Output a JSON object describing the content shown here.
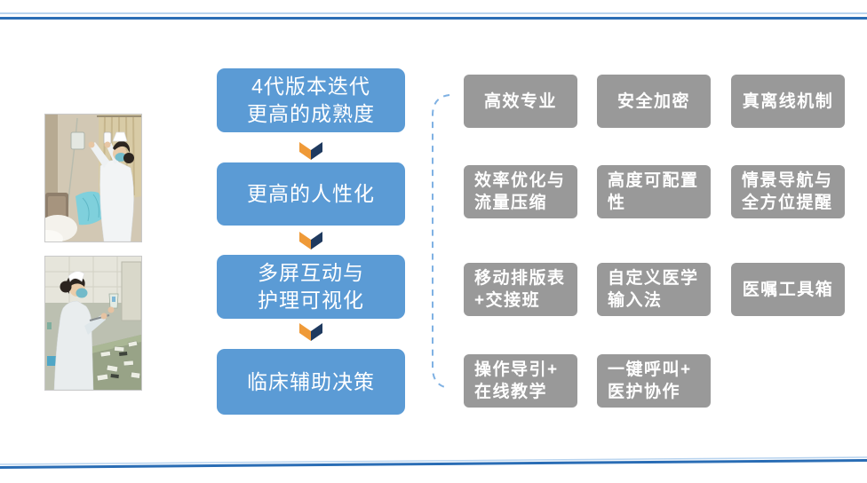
{
  "flow_boxes": [
    {
      "label": "4代版本迭代\n更高的成熟度"
    },
    {
      "label": "更高的人性化"
    },
    {
      "label": "多屏互动与\n护理可视化"
    },
    {
      "label": "临床辅助决策"
    }
  ],
  "feature_boxes": [
    {
      "label": "高效专业"
    },
    {
      "label": "安全加密"
    },
    {
      "label": "真离线机制"
    },
    {
      "label": "效率优化与\n流量压缩"
    },
    {
      "label": "高度可配置\n性"
    },
    {
      "label": "情景导航与\n全方位提醒"
    },
    {
      "label": "移动排版表\n+交接班"
    },
    {
      "label": "自定义医学\n输入法"
    },
    {
      "label": "医嘱工具箱"
    },
    {
      "label": "操作导引+\n在线教学"
    },
    {
      "label": "一键呼叫+\n医护协作"
    }
  ],
  "colors": {
    "flow_box": "#5b9bd5",
    "feature_box": "#999999",
    "arrow_orange": "#ef9a38",
    "arrow_navy": "#1f3a5f",
    "border_line": "#2a6db5",
    "border_line_light": "#b9d4ef",
    "brace_dash": "#7fb1e3"
  }
}
